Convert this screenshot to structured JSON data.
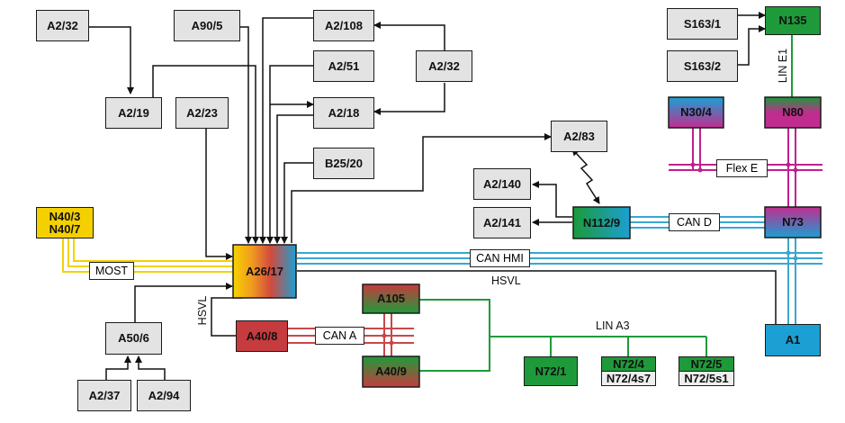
{
  "nodes": {
    "a2_32_left": "A2/32",
    "a2_19": "A2/19",
    "a2_23": "A2/23",
    "a90_5": "A90/5",
    "a2_108": "A2/108",
    "a2_51": "A2/51",
    "a2_18": "A2/18",
    "a2_32_right": "A2/32",
    "b25_20": "B25/20",
    "a2_83": "A2/83",
    "a2_140": "A2/140",
    "a2_141": "A2/141",
    "n112_9": "N112/9",
    "n40_3": "N40/3",
    "n40_7": "N40/7",
    "a26_17": "A26/17",
    "a50_6": "A50/6",
    "a2_37": "A2/37",
    "a2_94": "A2/94",
    "a40_8": "A40/8",
    "a105": "A105",
    "a40_9": "A40/9",
    "n72_1": "N72/1",
    "n72_4": "N72/4",
    "n72_4s7": "N72/4s7",
    "n72_5": "N72/5",
    "n72_5s1": "N72/5s1",
    "s163_1": "S163/1",
    "s163_2": "S163/2",
    "n135": "N135",
    "n30_4": "N30/4",
    "n80": "N80",
    "n73": "N73",
    "a1": "A1"
  },
  "buses": {
    "most": "MOST",
    "can_hmi": "CAN HMI",
    "hsvl_right": "HSVL",
    "hsvl_left": "HSVL",
    "can_a": "CAN A",
    "can_d": "CAN D",
    "flex_e": "Flex E",
    "lin_a3": "LIN A3",
    "lin_e1": "LIN E1"
  },
  "colors": {
    "most": "#f2d200",
    "can_blue": "#3aa6d0",
    "can_red": "#c8474a",
    "flex_magenta": "#c0208f",
    "lin_green": "#1f9a3a",
    "line": "#111111",
    "node_gray": "#e3e3e3"
  }
}
